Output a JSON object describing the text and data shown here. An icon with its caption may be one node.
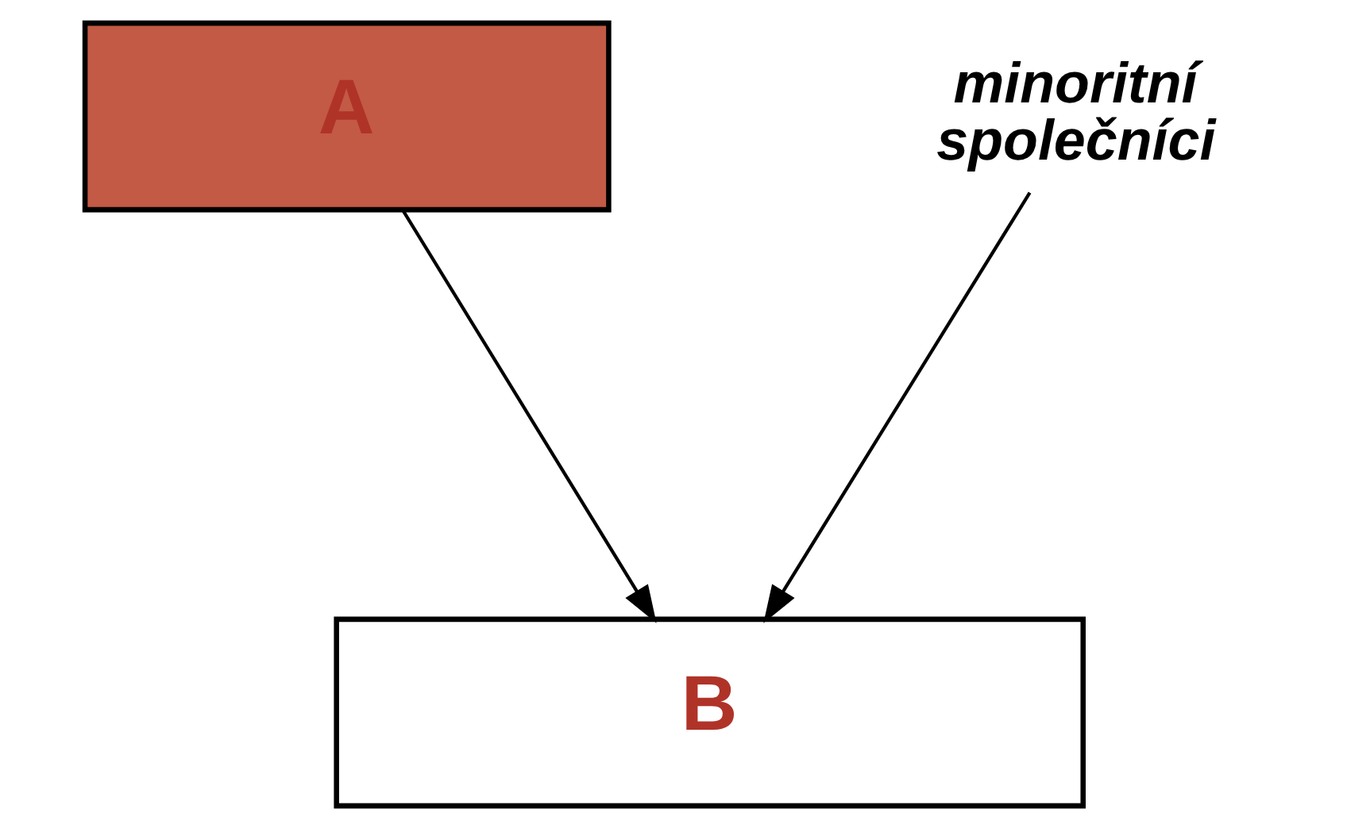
{
  "diagram": {
    "nodes": [
      {
        "text": [
          "A"
        ]
      },
      {
        "text": [
          "minoritní společníci"
        ]
      },
      {
        "text": [
          "B"
        ]
      }
    ],
    "edges": [
      {
        "from": 0,
        "to": 2,
        "arrow": "to"
      },
      {
        "from": 1,
        "to": 2,
        "arrow": "to"
      }
    ]
  }
}
